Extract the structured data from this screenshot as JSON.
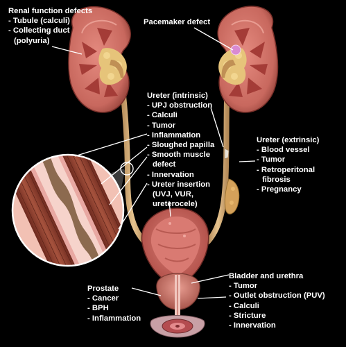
{
  "labels": {
    "renal": {
      "title": "Renal function defects",
      "items": [
        "- Tubule (calculi)",
        "- Collecting duct",
        "(polyuria)"
      ]
    },
    "pacemaker": {
      "title": "Pacemaker defect"
    },
    "ureter_intrinsic": {
      "title": "Ureter (intrinsic)",
      "items": [
        "- UPJ obstruction",
        "- Calculi",
        "- Tumor",
        "- Inflammation",
        "- Sloughed papilla",
        "- Smooth muscle",
        "defect",
        "- Innervation",
        "- Ureter insertion",
        "(UVJ, VUR,",
        "ureterocele)"
      ]
    },
    "ureter_extrinsic": {
      "title": "Ureter (extrinsic)",
      "items": [
        "- Blood vessel",
        "- Tumor",
        "- Retroperitonal",
        "fibrosis",
        "- Pregnancy"
      ]
    },
    "bladder": {
      "title": "Bladder and urethra",
      "items": [
        "- Tumor",
        "- Outlet obstruction (PUV)",
        "- Calculi",
        "- Stricture",
        "- Innervation"
      ]
    },
    "prostate": {
      "title": "Prostate",
      "items": [
        "- Cancer",
        "- BPH",
        "- Inflammation"
      ]
    }
  },
  "colors": {
    "background": "#000000",
    "text": "#ffffff",
    "kidney_capsule": "#c8685e",
    "kidney_cortex": "#d77c70",
    "medulla": "#a43c37",
    "renal_sinus_fat": "#e6c47a",
    "ureter": "#d9b27c",
    "bladder": "#c9625a",
    "bladder_lumen": "#d97a72",
    "muscle": "#8a3b2c",
    "mucosa": "#e9a3a0",
    "stone": "#8c6a4f",
    "leader_line": "#ffffff"
  }
}
